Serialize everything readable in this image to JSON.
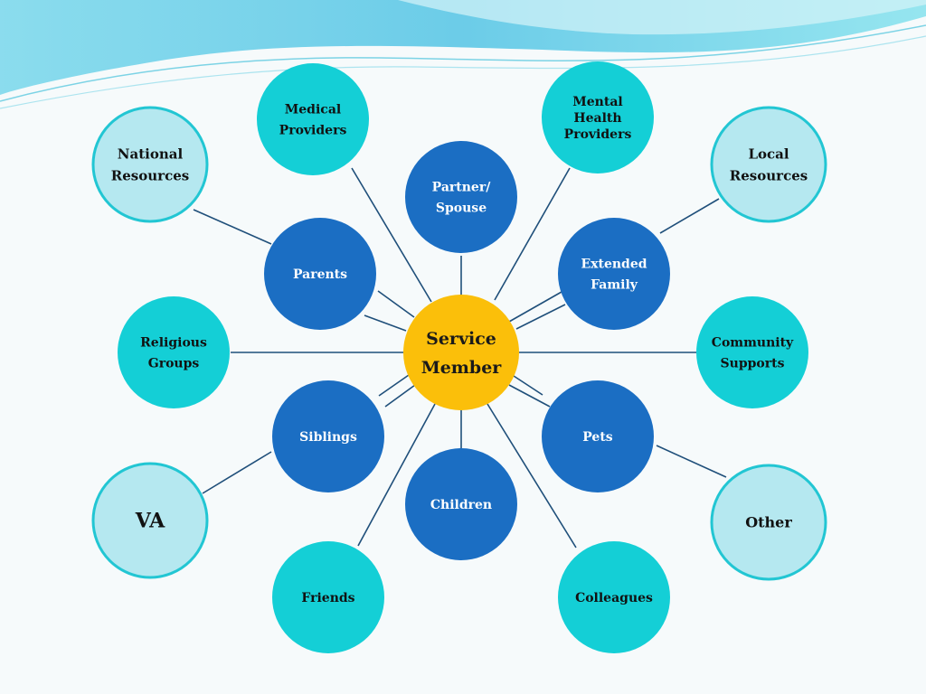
{
  "diagram": {
    "center": {
      "lines": [
        "Service",
        "Member"
      ],
      "color": "#fbbf0a",
      "text_color": "#1a1a1a"
    },
    "colors": {
      "inner_circle": "#1b6ec3",
      "middle_circle": "#14cfd6",
      "outer_circle": "#b5e8f0",
      "outer_border": "#22c6d3",
      "connector": "#1f4f7a",
      "light_text": "#ffffff",
      "dark_text": "#111111"
    },
    "nodes": [
      {
        "id": "partner-spouse",
        "lines": [
          "Partner/",
          "Spouse"
        ],
        "tier": "inner"
      },
      {
        "id": "parents",
        "lines": [
          "Parents"
        ],
        "tier": "inner"
      },
      {
        "id": "extended-family",
        "lines": [
          "Extended",
          "Family"
        ],
        "tier": "inner"
      },
      {
        "id": "siblings",
        "lines": [
          "Siblings"
        ],
        "tier": "inner"
      },
      {
        "id": "pets",
        "lines": [
          "Pets"
        ],
        "tier": "inner"
      },
      {
        "id": "children",
        "lines": [
          "Children"
        ],
        "tier": "inner"
      },
      {
        "id": "medical-providers",
        "lines": [
          "Medical",
          "Providers"
        ],
        "tier": "middle"
      },
      {
        "id": "mental-health-providers",
        "lines": [
          "Mental",
          "Health",
          "Providers"
        ],
        "tier": "middle"
      },
      {
        "id": "religious-groups",
        "lines": [
          "Religious",
          "Groups"
        ],
        "tier": "middle"
      },
      {
        "id": "community-supports",
        "lines": [
          "Community",
          "Supports"
        ],
        "tier": "middle"
      },
      {
        "id": "friends",
        "lines": [
          "Friends"
        ],
        "tier": "middle"
      },
      {
        "id": "colleagues",
        "lines": [
          "Colleagues"
        ],
        "tier": "middle"
      },
      {
        "id": "national-resources",
        "lines": [
          "National",
          "Resources"
        ],
        "tier": "outer"
      },
      {
        "id": "local-resources",
        "lines": [
          "Local",
          "Resources"
        ],
        "tier": "outer"
      },
      {
        "id": "va",
        "lines": [
          "VA"
        ],
        "tier": "outer"
      },
      {
        "id": "other",
        "lines": [
          "Other"
        ],
        "tier": "outer"
      }
    ]
  }
}
